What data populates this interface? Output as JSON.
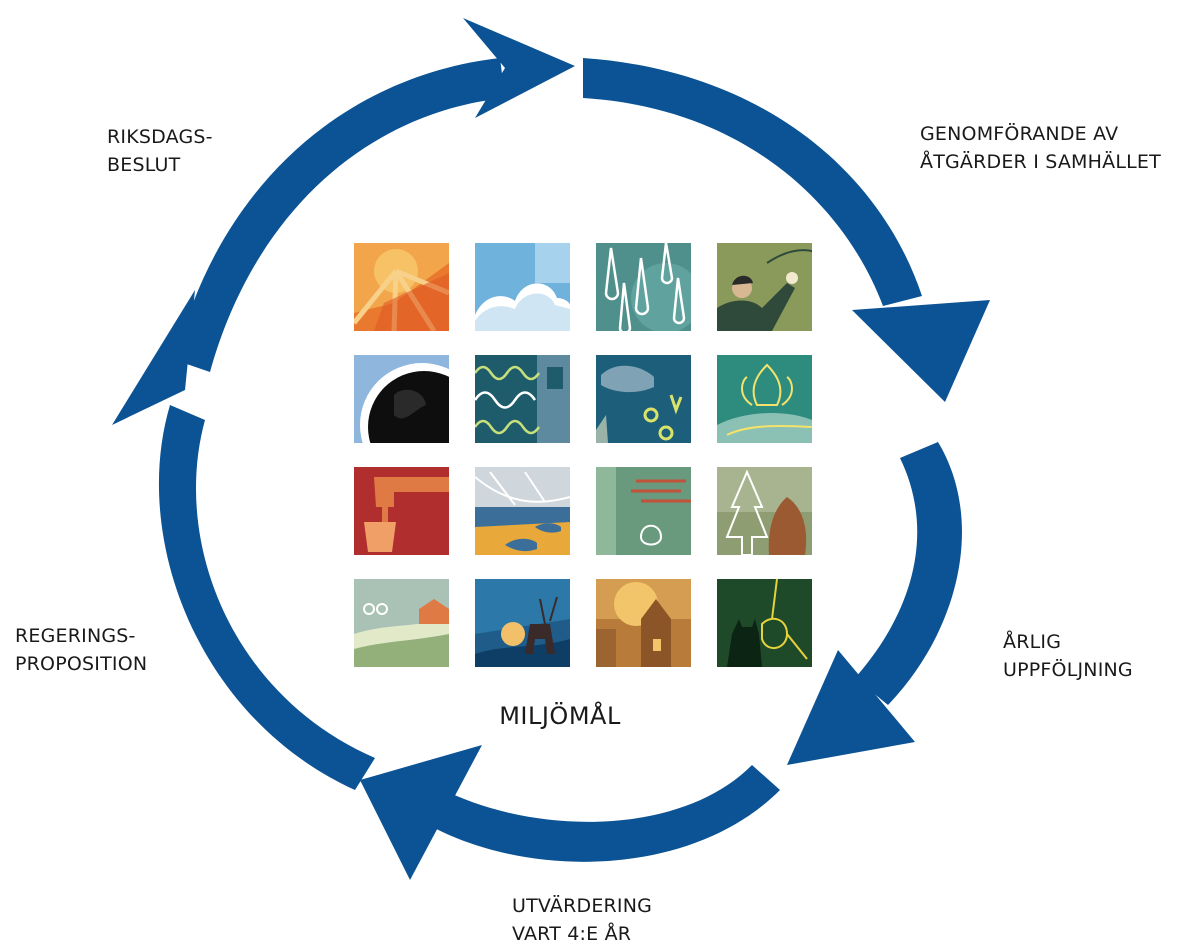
{
  "diagram": {
    "arrow_color": "#0b5394",
    "center_title": "MILJÖMÅL",
    "stages": [
      {
        "lines": [
          "RIKSDAGS-",
          "BESLUT"
        ]
      },
      {
        "lines": [
          "GENOMFÖRANDE AV",
          "ÅTGÄRDER I SAMHÄLLET"
        ]
      },
      {
        "lines": [
          "ÅRLIG",
          "UPPFÖLJNING"
        ]
      },
      {
        "lines": [
          "UTVÄRDERING",
          "VART 4:E ÅR"
        ]
      },
      {
        "lines": [
          "REGERINGS-",
          "PROPOSITION"
        ]
      }
    ]
  },
  "tiles": [
    {
      "name": "sun-icon",
      "bg": "#e8792f"
    },
    {
      "name": "clouds-icon",
      "bg": "#6fb3dd"
    },
    {
      "name": "raindrops-icon",
      "bg": "#4f8f8c"
    },
    {
      "name": "person-with-apple-icon",
      "bg": "#8a9a5b"
    },
    {
      "name": "earth-globe-icon",
      "bg": "#8fb6dc"
    },
    {
      "name": "sound-waves-house-icon",
      "bg": "#1f5c6b"
    },
    {
      "name": "fish-bubbles-icon",
      "bg": "#1d5f7a"
    },
    {
      "name": "flower-icon",
      "bg": "#2e8c7f"
    },
    {
      "name": "water-tap-icon",
      "bg": "#b02e2e"
    },
    {
      "name": "boat-fish-icon",
      "bg": "#e8a93a"
    },
    {
      "name": "frog-wetland-icon",
      "bg": "#6a9a7e"
    },
    {
      "name": "tree-pinecone-icon",
      "bg": "#8e9e72"
    },
    {
      "name": "farmland-house-icon",
      "bg": "#a9c2b5"
    },
    {
      "name": "reindeer-mountain-icon",
      "bg": "#2c78a8"
    },
    {
      "name": "town-buildings-icon",
      "bg": "#b87b3a"
    },
    {
      "name": "lynx-orchid-icon",
      "bg": "#1e4a2a"
    }
  ]
}
